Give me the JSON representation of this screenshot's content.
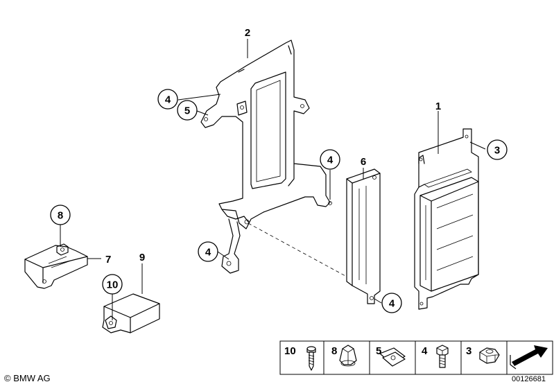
{
  "labels": {
    "l1": "1",
    "l2": "2",
    "l6": "6",
    "l7": "7",
    "l9": "9"
  },
  "callouts": {
    "c3": "3",
    "c4a": "4",
    "c4b": "4",
    "c4c": "4",
    "c4d": "4",
    "c5": "5",
    "c8": "8",
    "c10": "10"
  },
  "legend": {
    "items": [
      "10",
      "8",
      "5",
      "4",
      "3"
    ]
  },
  "footer": {
    "copyright": "© BMW AG",
    "diagram_id": "00126681"
  }
}
